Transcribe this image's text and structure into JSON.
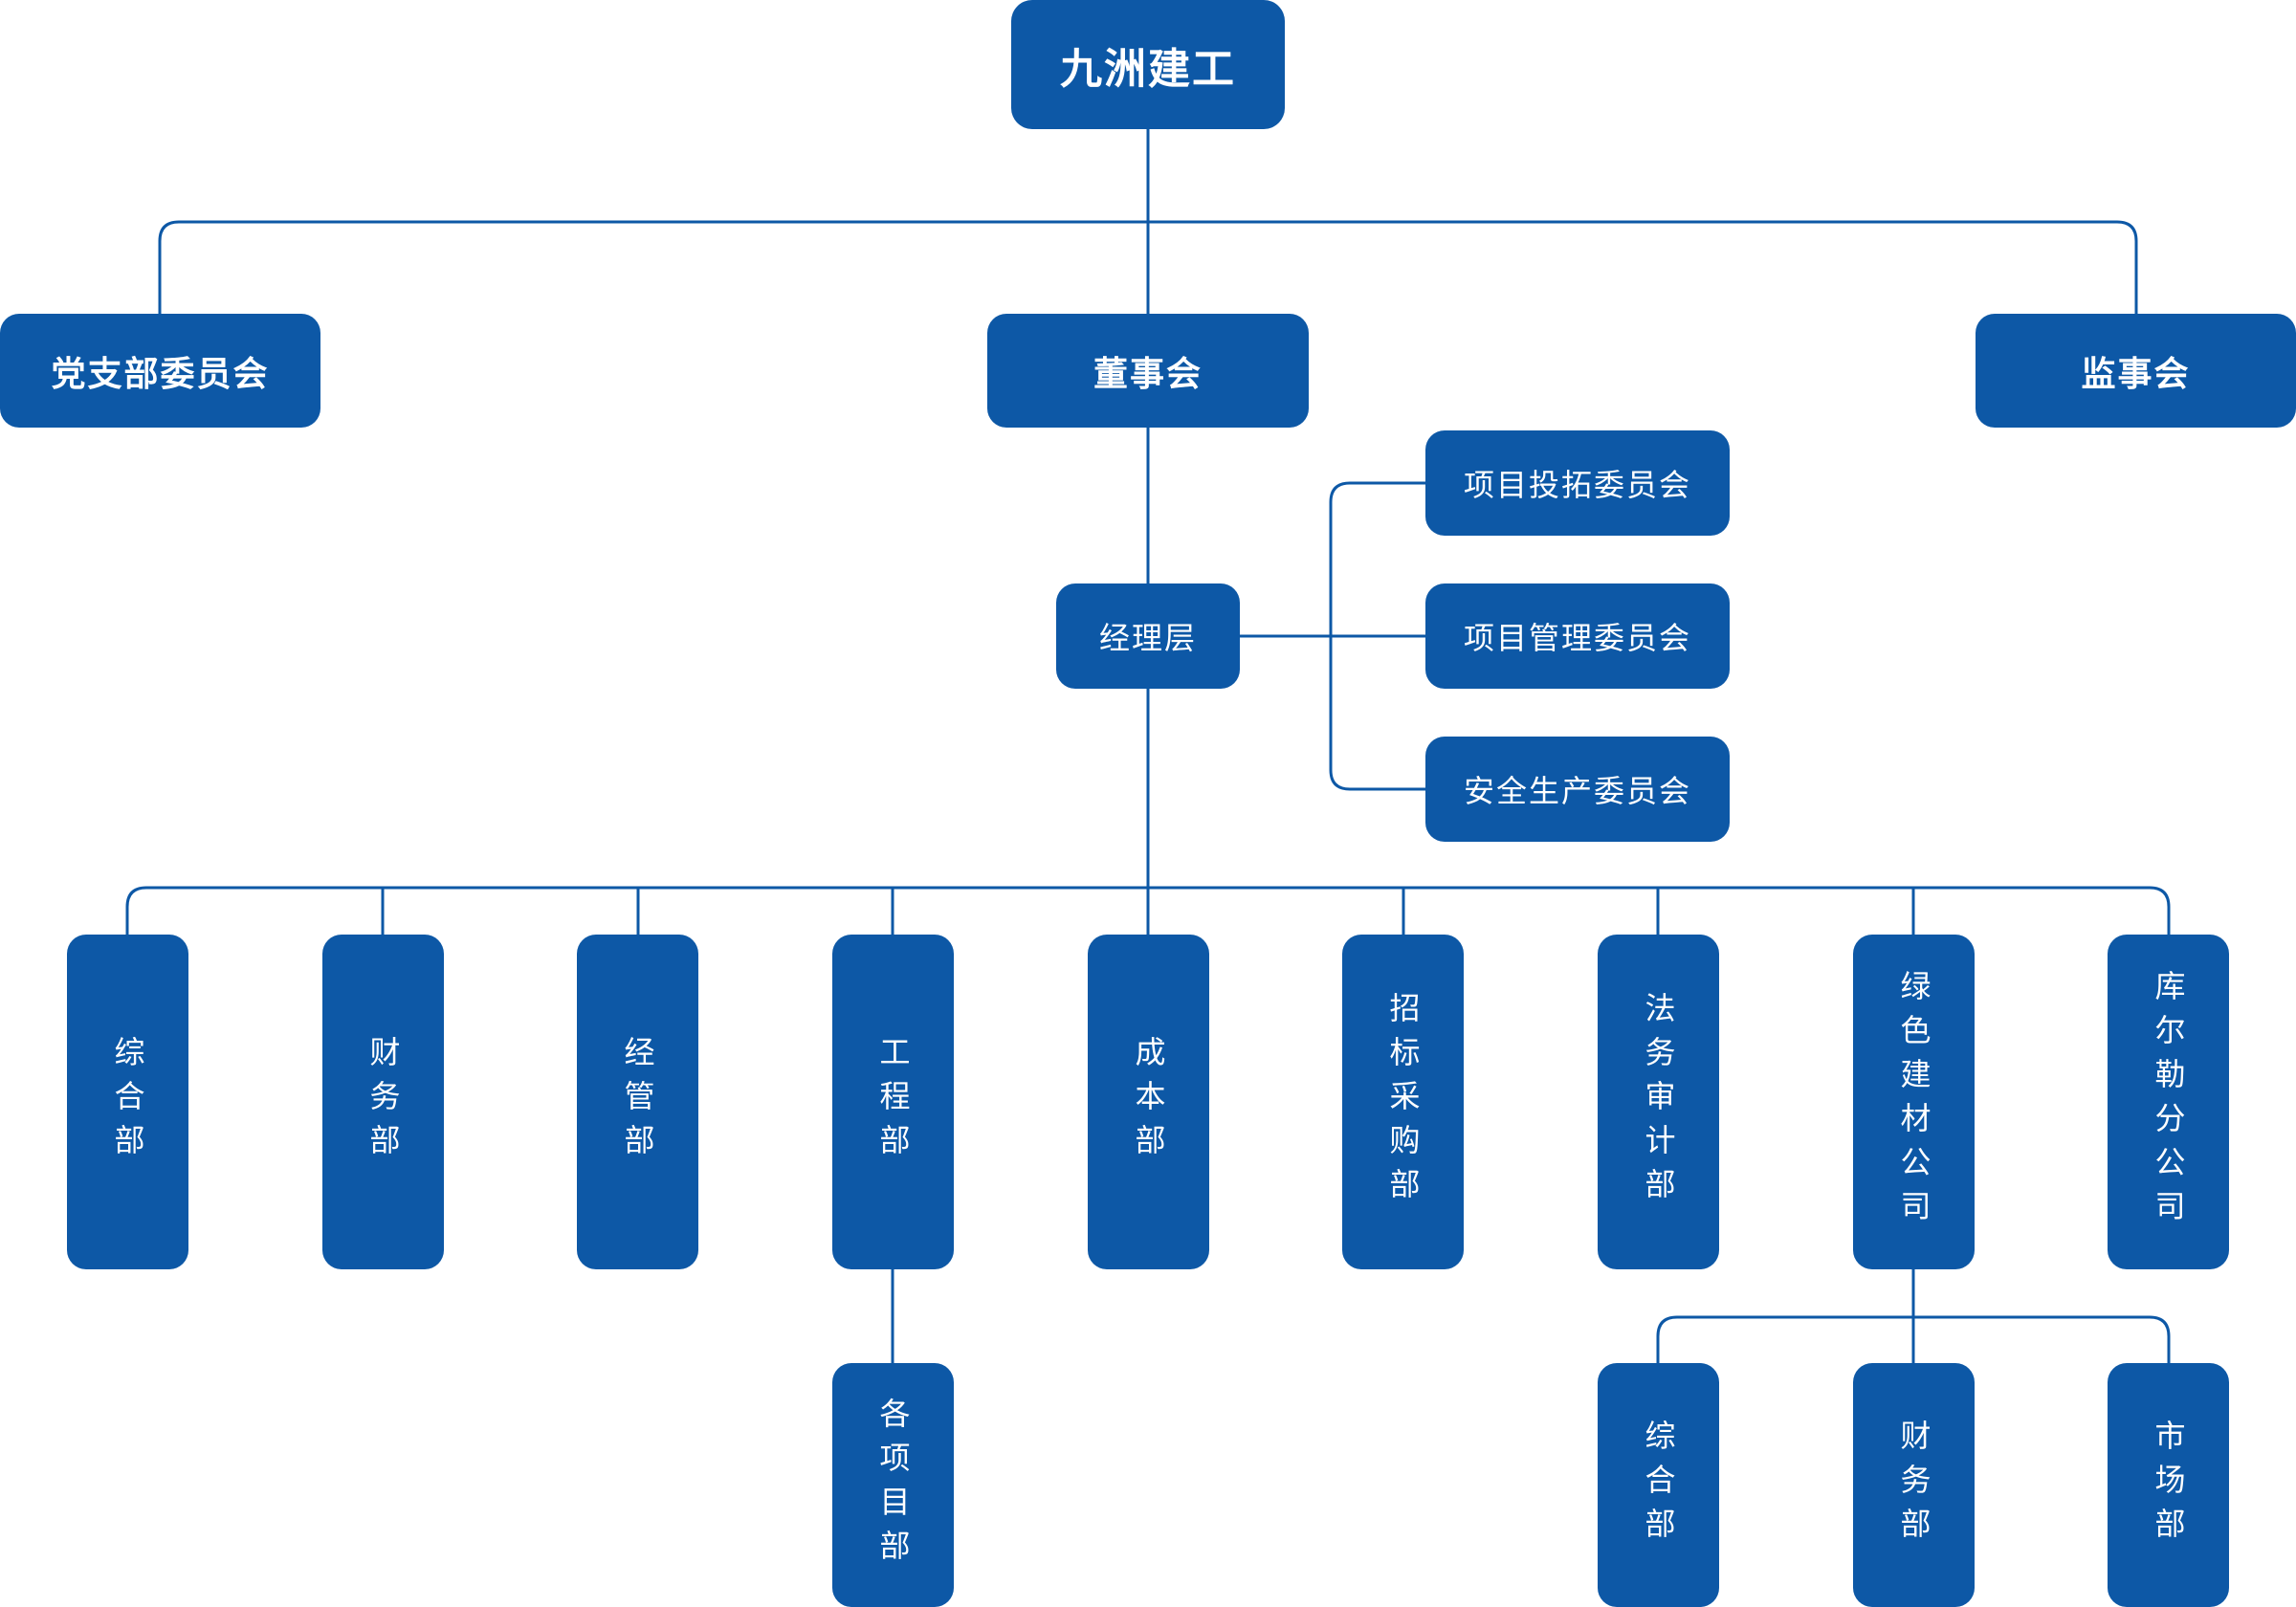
{
  "root": "九洲建工",
  "level1": {
    "left": "党支部委员会",
    "center": "董事会",
    "right": "监事会"
  },
  "management": "经理层",
  "committees": [
    "项目投拓委员会",
    "项目管理委员会",
    "安全生产委员会"
  ],
  "departments": [
    "综合部",
    "财务部",
    "经管部",
    "工程部",
    "成本部",
    "招标采购部",
    "法务审计部",
    "绿色建材公司",
    "库尔勒分公司"
  ],
  "engineering_sub": "各项目部",
  "green_building_sub": [
    "综合部",
    "财务部",
    "市场部"
  ],
  "colors": {
    "box": "#0D58A6",
    "line": "#0D58A6",
    "text": "#FFFFFF",
    "background": "#FFFFFF"
  }
}
